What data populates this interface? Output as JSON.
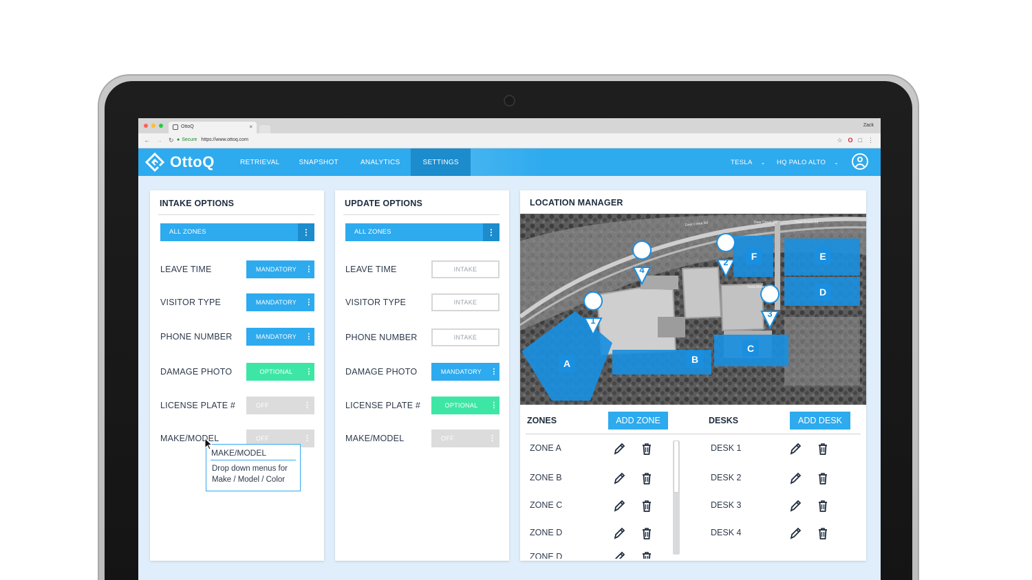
{
  "browser": {
    "tab_title": "OttoQ",
    "tab_close": "×",
    "user_name": "Zack",
    "secure_label": "Secure",
    "url": "https://www.ottoq.com"
  },
  "app": {
    "brand": "OttoQ",
    "nav": [
      "RETRIEVAL",
      "SNAPSHOT",
      "ANALYTICS",
      "SETTINGS"
    ],
    "active_nav": "SETTINGS",
    "org": "TESLA",
    "location": "HQ PALO ALTO"
  },
  "intake": {
    "title": "INTAKE OPTIONS",
    "zones_label": "ALL ZONES",
    "rows": [
      {
        "label": "LEAVE TIME",
        "state": "MANDATORY"
      },
      {
        "label": "VISITOR TYPE",
        "state": "MANDATORY"
      },
      {
        "label": "PHONE NUMBER",
        "state": "MANDATORY"
      },
      {
        "label": "DAMAGE PHOTO",
        "state": "OPTIONAL"
      },
      {
        "label": "LICENSE PLATE #",
        "state": "OFF"
      },
      {
        "label": "MAKE/MODEL",
        "state": "OFF"
      }
    ],
    "tooltip": {
      "title": "MAKE/MODEL",
      "body_line1": "Drop down menus for",
      "body_line2": "Make / Model / Color"
    }
  },
  "update": {
    "title": "UPDATE OPTIONS",
    "zones_label": "ALL ZONES",
    "rows": [
      {
        "label": "LEAVE TIME",
        "state": "INTAKE"
      },
      {
        "label": "VISITOR TYPE",
        "state": "INTAKE"
      },
      {
        "label": "PHONE NUMBER",
        "state": "INTAKE"
      },
      {
        "label": "DAMAGE PHOTO",
        "state": "MANDATORY"
      },
      {
        "label": "LICENSE PLATE #",
        "state": "OPTIONAL"
      },
      {
        "label": "MAKE/MODEL",
        "state": "OFF"
      }
    ]
  },
  "location": {
    "title": "LOCATION MANAGER",
    "map": {
      "zones": [
        "A",
        "B",
        "C",
        "D",
        "E",
        "F"
      ],
      "pins": [
        "1",
        "2",
        "3",
        "4"
      ],
      "roads": [
        "Deer Creek Rd",
        "Deer Creek Rd",
        "Deer Creek Rd"
      ],
      "building_label": "Tesla Motors HQ"
    },
    "zones_header": "ZONES",
    "add_zone": "ADD ZONE",
    "zones": [
      "ZONE A",
      "ZONE B",
      "ZONE C",
      "ZONE D",
      "ZONE D"
    ],
    "desks_header": "DESKS",
    "add_desk": "ADD DESK",
    "desks": [
      "DESK 1",
      "DESK 2",
      "DESK 3",
      "DESK 4"
    ]
  },
  "kebab": "⋮",
  "colors": {
    "primary": "#2eaaee",
    "primary_dark": "#1c8ccd",
    "optional": "#3ee6a5",
    "off": "#dcdcdc",
    "map_zone": "#1a8fe0"
  }
}
